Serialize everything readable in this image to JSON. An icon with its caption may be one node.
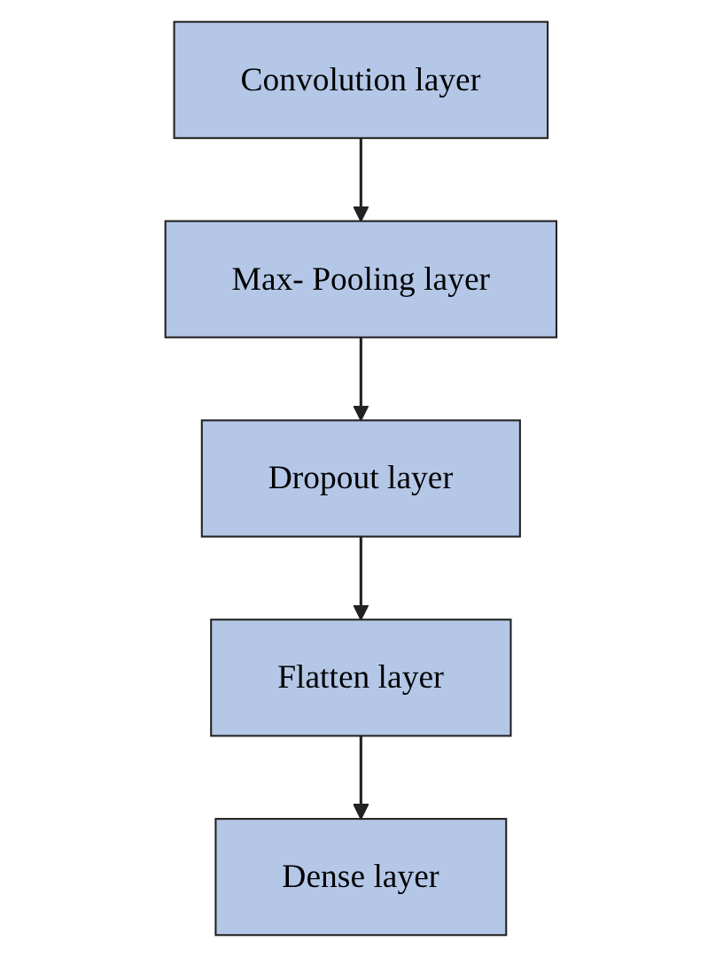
{
  "diagram": {
    "nodes": [
      {
        "text": [
          "Convolution layer"
        ]
      },
      {
        "text": [
          "Max- Pooling layer"
        ]
      },
      {
        "text": [
          "Dropout layer"
        ]
      },
      {
        "text": [
          "Flatten layer"
        ]
      },
      {
        "text": [
          "Dense layer"
        ]
      }
    ],
    "edges": [
      {
        "from": 0,
        "to": 1,
        "arrow": "to"
      },
      {
        "from": 1,
        "to": 2,
        "arrow": "to"
      },
      {
        "from": 2,
        "to": 3,
        "arrow": "to"
      },
      {
        "from": 3,
        "to": 4,
        "arrow": "to"
      }
    ]
  }
}
